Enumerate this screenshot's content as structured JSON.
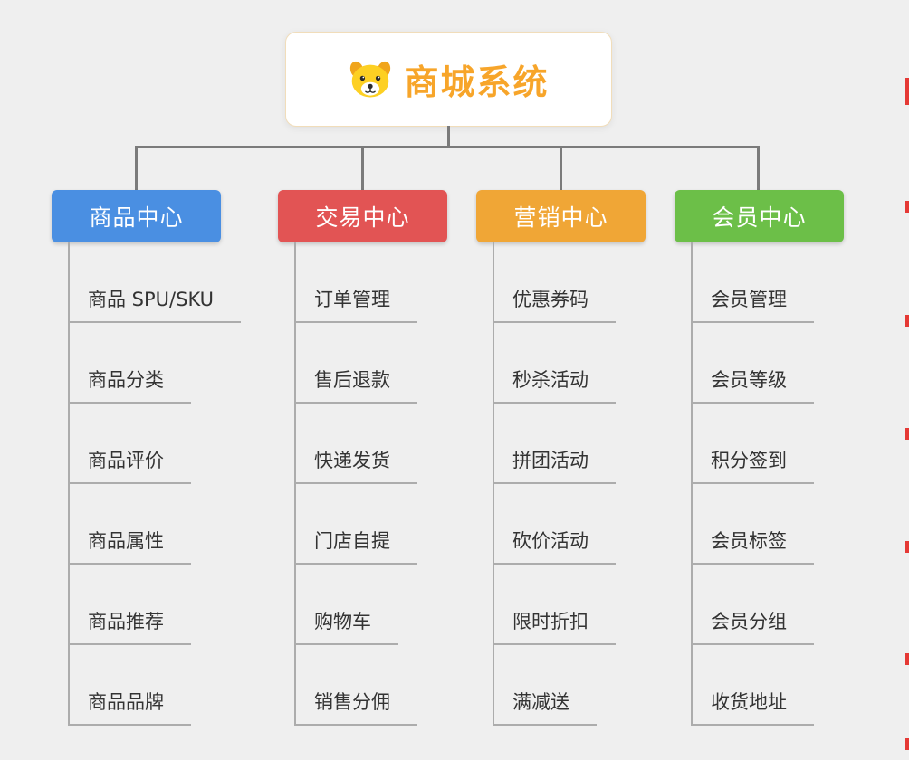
{
  "root": {
    "title": "商城系统"
  },
  "branches": [
    {
      "label": "商品中心",
      "color": "#4a8fe2",
      "items": [
        "商品 SPU/SKU",
        "商品分类",
        "商品评价",
        "商品属性",
        "商品推荐",
        "商品品牌"
      ]
    },
    {
      "label": "交易中心",
      "color": "#e25454",
      "items": [
        "订单管理",
        "售后退款",
        "快递发货",
        "门店自提",
        "购物车",
        "销售分佣"
      ]
    },
    {
      "label": "营销中心",
      "color": "#f0a636",
      "items": [
        "优惠券码",
        "秒杀活动",
        "拼团活动",
        "砍价活动",
        "限时折扣",
        "满减送"
      ]
    },
    {
      "label": "会员中心",
      "color": "#6cbf48",
      "items": [
        "会员管理",
        "会员等级",
        "积分签到",
        "会员标签",
        "会员分组",
        "收货地址"
      ]
    }
  ],
  "icons": {
    "root": "dog-icon"
  },
  "colors": {
    "background": "#efefef",
    "connector": "#7b7b7b",
    "item_line": "#acacac",
    "title_accent": "#f7a52a",
    "marker": "#e53935"
  }
}
